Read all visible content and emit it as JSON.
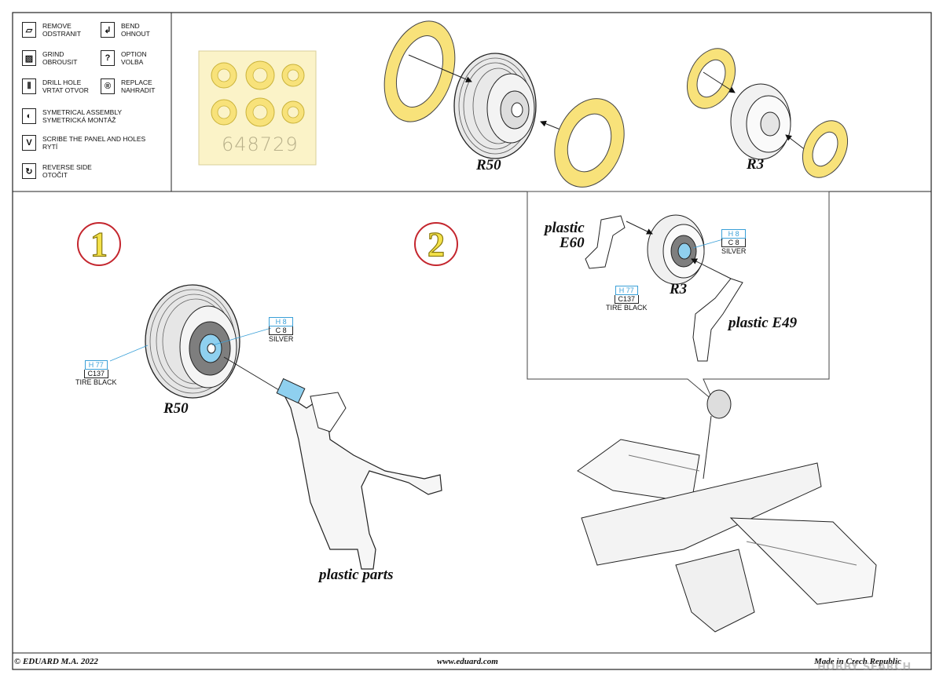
{
  "legend": {
    "items": [
      {
        "icon": "remove-icon",
        "lines": [
          "REMOVE",
          "ODSTRANIT"
        ]
      },
      {
        "icon": "bend-icon",
        "lines": [
          "BEND",
          "OHNOUT"
        ]
      },
      {
        "icon": "grind-icon",
        "lines": [
          "GRIND",
          "OBROUSIT"
        ]
      },
      {
        "icon": "option-icon",
        "lines": [
          "OPTION",
          "VOLBA"
        ]
      },
      {
        "icon": "drill-hole-icon",
        "lines": [
          "DRILL HOLE",
          "VRTAT OTVOR"
        ]
      },
      {
        "icon": "replace-icon",
        "lines": [
          "REPLACE",
          "NAHRADIT"
        ]
      },
      {
        "icon": "symmetrical-assembly-icon",
        "lines": [
          "SYMETRICAL ASSEMBLY",
          "SYMETRICKÁ MONTÁŽ"
        ]
      },
      {
        "icon": "scribe-icon",
        "lines": [
          "SCRIBE THE PANEL AND HOLES",
          "RYTÍ"
        ]
      },
      {
        "icon": "reverse-side-icon",
        "lines": [
          "REVERSE SIDE",
          "OTOČIT"
        ]
      }
    ]
  },
  "mask_sheet": {
    "part_number": "648729"
  },
  "parts": {
    "r50": "R50",
    "r3": "R3"
  },
  "steps": [
    {
      "number": "1",
      "wheel_label": "R50",
      "paint_hub": {
        "h": "H 8",
        "c": "C 8",
        "name": "SILVER"
      },
      "paint_tire": {
        "h": "H 77",
        "c": "C137",
        "name": "TIRE BLACK"
      },
      "plastic_label": "plastic parts"
    },
    {
      "number": "2",
      "wheel_label": "R3",
      "paint_hub": {
        "h": "H 8",
        "c": "C 8",
        "name": "SILVER"
      },
      "paint_tire": {
        "h": "H 77",
        "c": "C137",
        "name": "TIRE BLACK"
      },
      "plastic_left": [
        "plastic",
        "E60"
      ],
      "plastic_right": "plastic E49"
    }
  ],
  "colors": {
    "mask_yellow": "#f8e27a",
    "hub_blue": "#8fd0ef",
    "step_red": "#c4262e"
  },
  "footer": {
    "left": "© EDUARD  M.A. 2022",
    "center": "www.eduard.com",
    "right": "Made in Czech Republic",
    "watermark": "HOBBY SEARCH"
  }
}
